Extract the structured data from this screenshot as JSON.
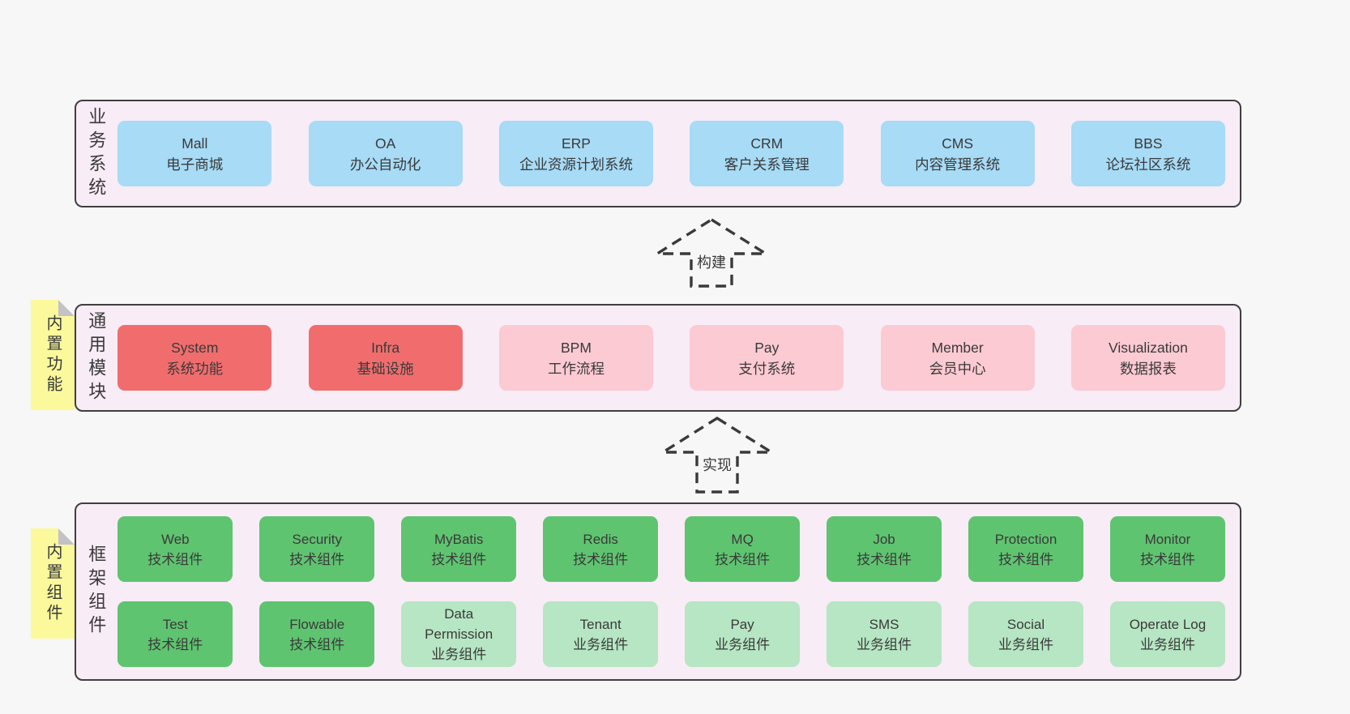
{
  "colors": {
    "page_bg": "#f7f7f7",
    "panel_bg": "#f8ecf6",
    "panel_border": "#3f3f3f",
    "blue": "#a7dbf6",
    "red": "#f16d6d",
    "pink": "#fccad3",
    "green_dark": "#5fc470",
    "green_light": "#b6e6c3",
    "sticky_yellow": "#fbf99c",
    "sticky_fold": "#c2c2c8",
    "text": "#3a3a3a"
  },
  "layers": {
    "business": {
      "label": "业务系统",
      "items": [
        {
          "name": "Mall",
          "desc": "电子商城",
          "style": "blue"
        },
        {
          "name": "OA",
          "desc": "办公自动化",
          "style": "blue"
        },
        {
          "name": "ERP",
          "desc": "企业资源计划系统",
          "style": "blue"
        },
        {
          "name": "CRM",
          "desc": "客户关系管理",
          "style": "blue"
        },
        {
          "name": "CMS",
          "desc": "内容管理系统",
          "style": "blue"
        },
        {
          "name": "BBS",
          "desc": "论坛社区系统",
          "style": "blue"
        }
      ]
    },
    "modules": {
      "label": "通用模块",
      "note": "内置功能",
      "items": [
        {
          "name": "System",
          "desc": "系统功能",
          "style": "red"
        },
        {
          "name": "Infra",
          "desc": "基础设施",
          "style": "red"
        },
        {
          "name": "BPM",
          "desc": "工作流程",
          "style": "pink"
        },
        {
          "name": "Pay",
          "desc": "支付系统",
          "style": "pink"
        },
        {
          "name": "Member",
          "desc": "会员中心",
          "style": "pink"
        },
        {
          "name": "Visualization",
          "desc": "数据报表",
          "style": "pink"
        }
      ]
    },
    "components": {
      "label": "框架组件",
      "note": "内置组件",
      "rows": [
        [
          {
            "name": "Web",
            "desc": "技术组件",
            "style": "green-dark"
          },
          {
            "name": "Security",
            "desc": "技术组件",
            "style": "green-dark"
          },
          {
            "name": "MyBatis",
            "desc": "技术组件",
            "style": "green-dark"
          },
          {
            "name": "Redis",
            "desc": "技术组件",
            "style": "green-dark"
          },
          {
            "name": "MQ",
            "desc": "技术组件",
            "style": "green-dark"
          },
          {
            "name": "Job",
            "desc": "技术组件",
            "style": "green-dark"
          },
          {
            "name": "Protection",
            "desc": "技术组件",
            "style": "green-dark"
          },
          {
            "name": "Monitor",
            "desc": "技术组件",
            "style": "green-dark"
          }
        ],
        [
          {
            "name": "Test",
            "desc": "技术组件",
            "style": "green-dark"
          },
          {
            "name": "Flowable",
            "desc": "技术组件",
            "style": "green-dark"
          },
          {
            "name": "Data Permission",
            "desc": "业务组件",
            "style": "green-light"
          },
          {
            "name": "Tenant",
            "desc": "业务组件",
            "style": "green-light"
          },
          {
            "name": "Pay",
            "desc": "业务组件",
            "style": "green-light"
          },
          {
            "name": "SMS",
            "desc": "业务组件",
            "style": "green-light"
          },
          {
            "name": "Social",
            "desc": "业务组件",
            "style": "green-light"
          },
          {
            "name": "Operate Log",
            "desc": "业务组件",
            "style": "green-light"
          }
        ]
      ]
    }
  },
  "arrows": [
    {
      "label": "构建"
    },
    {
      "label": "实现"
    }
  ]
}
